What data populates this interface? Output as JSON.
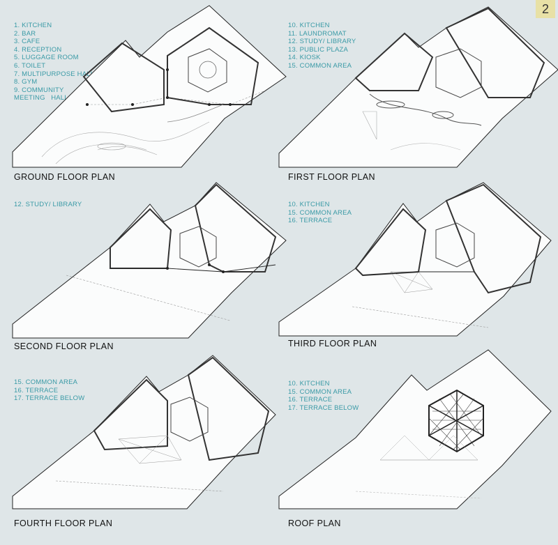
{
  "page_number": "2",
  "panels": {
    "ground": {
      "title": "GROUND FLOOR PLAN",
      "legend": [
        "1. KITCHEN",
        "2. BAR",
        "3. CAFE",
        "4. RECEPTION",
        "5. LUGGAGE ROOM",
        "6. TOILET",
        "7. MULTIPURPOSE HALL",
        "8. GYM",
        "9. COMMUNITY",
        "MEETING   HALL"
      ]
    },
    "first": {
      "title": "FIRST FLOOR PLAN",
      "legend": [
        "10. KITCHEN",
        "11. LAUNDROMAT",
        "12. STUDY/ LIBRARY",
        "13. PUBLIC PLAZA",
        "14. KIOSK",
        "15. COMMON AREA"
      ]
    },
    "second": {
      "title": "SECOND FLOOR PLAN",
      "legend": [
        "12. STUDY/ LIBRARY"
      ]
    },
    "third": {
      "title": "THIRD FLOOR PLAN",
      "legend": [
        "10. KITCHEN",
        "15. COMMON AREA",
        "16. TERRACE"
      ]
    },
    "fourth": {
      "title": "FOURTH FLOOR PLAN",
      "legend": [
        "15. COMMON AREA",
        "16. TERRACE",
        "17. TERRACE BELOW"
      ]
    },
    "roof": {
      "title": "ROOF PLAN",
      "legend": [
        "10. KITCHEN",
        "15. COMMON AREA",
        "16. TERRACE",
        "17. TERRACE BELOW"
      ]
    }
  },
  "colors": {
    "legend": "#3a9aa6",
    "background": "#dfe6e8",
    "badge": "#e8e1a6"
  }
}
